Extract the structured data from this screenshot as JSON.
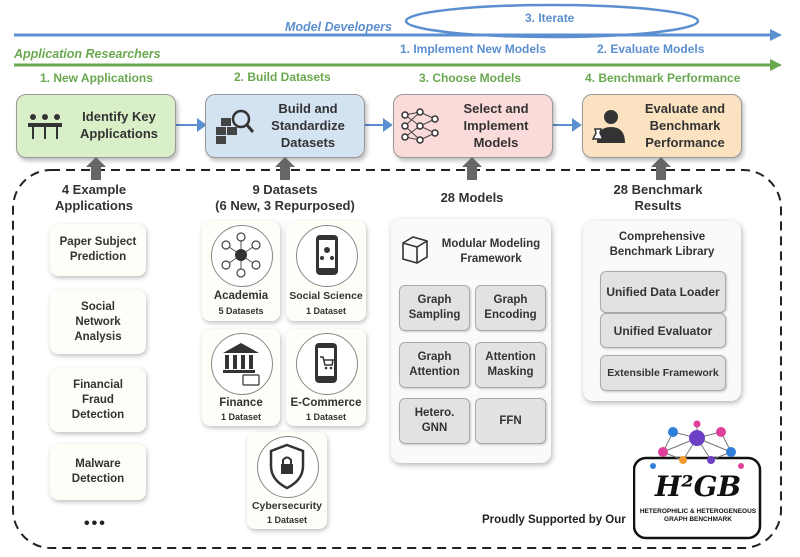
{
  "roles": {
    "model_developers": "Model Developers",
    "application_researchers": "Application Researchers"
  },
  "developer_steps": {
    "iterate": "3. Iterate",
    "implement": "1. Implement New Models",
    "evaluate": "2. Evaluate Models"
  },
  "researcher_steps": {
    "new_applications": "1. New Applications",
    "build_datasets": "2. Build Datasets",
    "choose_models": "3. Choose Models",
    "benchmark_performance": "4. Benchmark Performance"
  },
  "stages": [
    {
      "line1": "Identify Key",
      "line2": "Applications",
      "line3": "",
      "icon": "meeting-icon"
    },
    {
      "line1": "Build and",
      "line2": "Standardize",
      "line3": "Datasets",
      "icon": "data-search-icon"
    },
    {
      "line1": "Select and",
      "line2": "Implement",
      "line3": "Models",
      "icon": "neural-network-icon"
    },
    {
      "line1": "Evaluate and",
      "line2": "Benchmark",
      "line3": "Performance",
      "icon": "scientist-icon"
    }
  ],
  "counts": {
    "applications_l1": "4 Example",
    "applications_l2": "Applications",
    "datasets_l1": "9 Datasets",
    "datasets_l2": "(6 New, 3 Repurposed)",
    "models": "28 Models",
    "results_l1": "28 Benchmark",
    "results_l2": "Results"
  },
  "applications": [
    {
      "l1": "Paper Subject",
      "l2": "Prediction",
      "l3": ""
    },
    {
      "l1": "Social",
      "l2": "Network",
      "l3": "Analysis"
    },
    {
      "l1": "Financial",
      "l2": "Fraud",
      "l3": "Detection"
    },
    {
      "l1": "Malware",
      "l2": "Detection",
      "l3": ""
    }
  ],
  "applications_more": "•••",
  "datasets": [
    {
      "name": "Academia",
      "count": "5 Datasets",
      "icon": "academic-network-icon"
    },
    {
      "name": "Social Science",
      "count": "1 Dataset",
      "icon": "phone-social-icon"
    },
    {
      "name": "Finance",
      "count": "1 Dataset",
      "icon": "bank-icon"
    },
    {
      "name": "E-Commerce",
      "count": "1 Dataset",
      "icon": "phone-cart-icon"
    },
    {
      "name": "Cybersecurity",
      "count": "1 Dataset",
      "icon": "shield-lock-icon"
    }
  ],
  "framework": {
    "title_l1": "Modular Modeling",
    "title_l2": "Framework",
    "modules": [
      {
        "l1": "Graph",
        "l2": "Sampling"
      },
      {
        "l1": "Graph",
        "l2": "Encoding"
      },
      {
        "l1": "Graph",
        "l2": "Attention"
      },
      {
        "l1": "Attention",
        "l2": "Masking"
      },
      {
        "l1": "Hetero.",
        "l2": "GNN"
      },
      {
        "l1": "FFN",
        "l2": ""
      }
    ]
  },
  "library": {
    "title_l1": "Comprehensive",
    "title_l2": "Benchmark Library",
    "items": [
      "Unified Data Loader",
      "Unified Evaluator",
      "Extensible Framework"
    ]
  },
  "support": {
    "text": "Proudly Supported by Our",
    "logo_text": "H²GB",
    "logo_sub1": "HETEROPHILIC & HETEROGENEOUS",
    "logo_sub2": "GRAPH BENCHMARK"
  },
  "colors": {
    "green": "#6aa84f",
    "blue": "#5b8fd0",
    "stage1": "#d9efc8",
    "stage2": "#d4e3f2",
    "stage3": "#fbdada",
    "stage4": "#fbe3c2"
  }
}
